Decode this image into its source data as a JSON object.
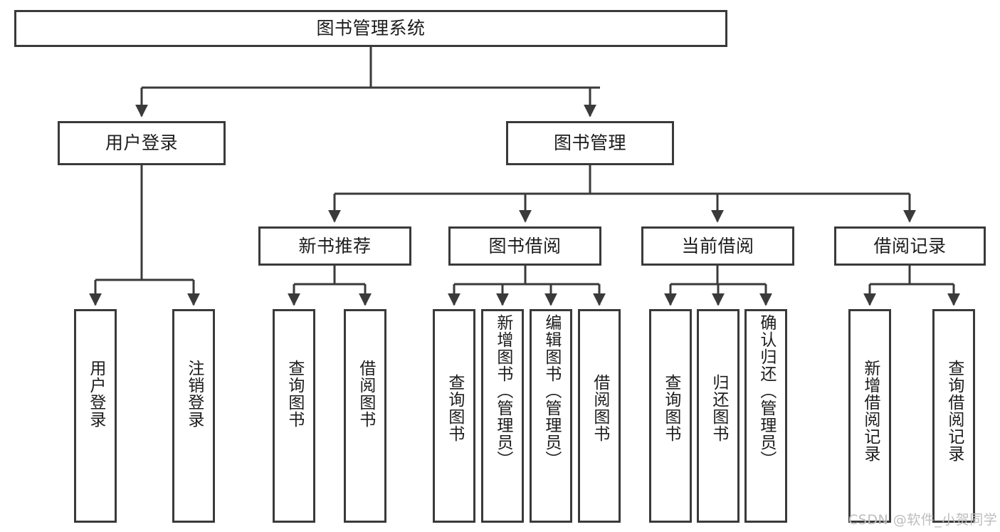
{
  "diagram": {
    "type": "tree-hierarchy-chart",
    "root": {
      "id": "root",
      "label": "图书管理系统"
    },
    "level2": [
      {
        "id": "user-login",
        "label": "用户登录"
      },
      {
        "id": "book-management",
        "label": "图书管理"
      }
    ],
    "level3": [
      {
        "id": "new-book-recommend",
        "label": "新书推荐",
        "parent": "book-management"
      },
      {
        "id": "book-borrow",
        "label": "图书借阅",
        "parent": "book-management"
      },
      {
        "id": "current-borrow",
        "label": "当前借阅",
        "parent": "book-management"
      },
      {
        "id": "borrow-record",
        "label": "借阅记录",
        "parent": "book-management"
      }
    ],
    "leaves": {
      "user-login": [
        {
          "id": "leaf-user-login",
          "label": "用户登录"
        },
        {
          "id": "leaf-logout-login",
          "label": "注销登录"
        }
      ],
      "new-book-recommend": [
        {
          "id": "leaf-query-book-1",
          "label": "查询图书"
        },
        {
          "id": "leaf-borrow-book-1",
          "label": "借阅图书"
        }
      ],
      "book-borrow": [
        {
          "id": "leaf-query-book-2",
          "label": "查询图书"
        },
        {
          "id": "leaf-add-book",
          "label": "新增图书（管理员）"
        },
        {
          "id": "leaf-edit-book",
          "label": "编辑图书（管理员）"
        },
        {
          "id": "leaf-borrow-book-2",
          "label": "借阅图书"
        }
      ],
      "current-borrow": [
        {
          "id": "leaf-query-book-3",
          "label": "查询图书"
        },
        {
          "id": "leaf-return-book",
          "label": "归还图书"
        },
        {
          "id": "leaf-confirm-return",
          "label": "确认归还（管理员）"
        }
      ],
      "borrow-record": [
        {
          "id": "leaf-add-record",
          "label": "新增借阅记录"
        },
        {
          "id": "leaf-query-record",
          "label": "查询借阅记录"
        }
      ]
    }
  },
  "watermark": {
    "text": "CSDN @软件_小贺同学"
  },
  "colors": {
    "stroke": "#3a3a3a",
    "text": "#1c1c1c",
    "background": "#ffffff",
    "watermark": "#bdbdbd"
  }
}
